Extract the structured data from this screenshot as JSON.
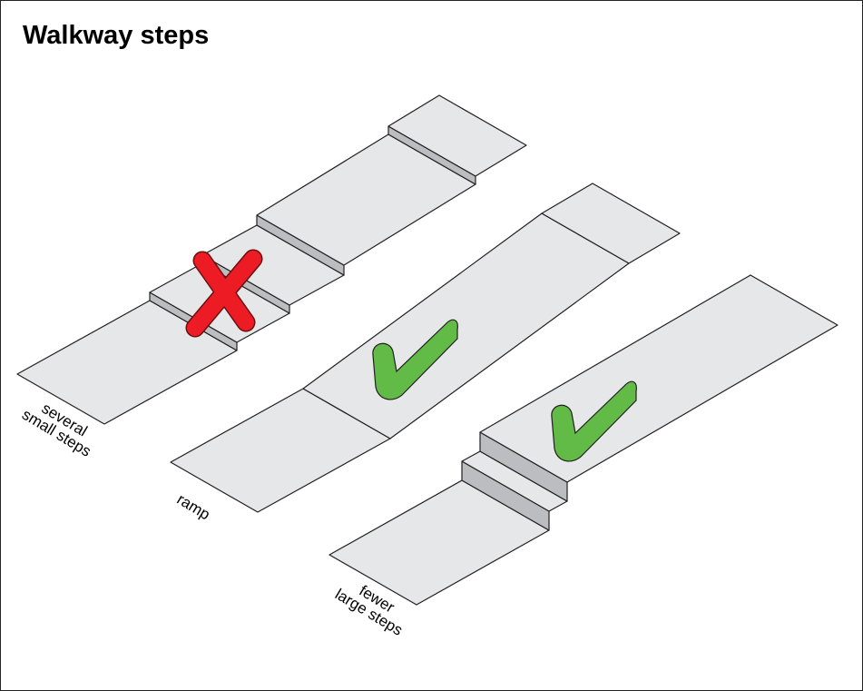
{
  "title": "Walkway steps",
  "walkways": [
    {
      "label_lines": [
        "several",
        "small steps"
      ],
      "verdict": "bad",
      "verdict_icon": "cross-icon"
    },
    {
      "label_lines": [
        "ramp"
      ],
      "verdict": "good",
      "verdict_icon": "checkmark-icon"
    },
    {
      "label_lines": [
        "fewer",
        "large steps"
      ],
      "verdict": "good",
      "verdict_icon": "checkmark-icon"
    }
  ],
  "colors": {
    "surface": "#e6e7e8",
    "riser": "#bcbdc0",
    "outline": "#231f20",
    "good": "#62bb46",
    "bad": "#ed1c24"
  }
}
